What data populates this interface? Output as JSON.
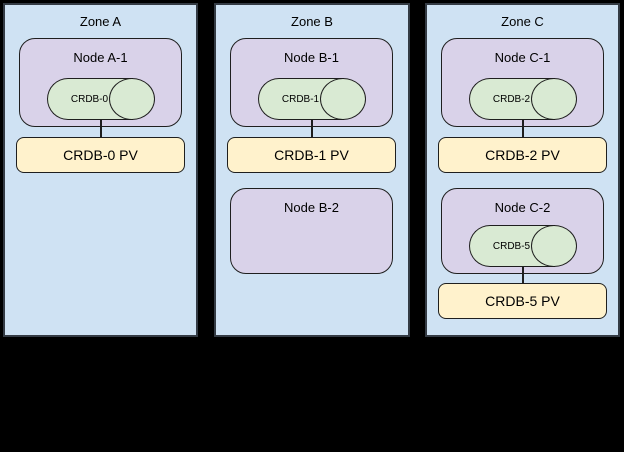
{
  "colors": {
    "background": "#000000",
    "zone_fill": "#cfe2f3",
    "zone_border": "#343b44",
    "node_fill": "#d9d2e9",
    "cylinder_fill": "#d9ead3",
    "pv_fill": "#fff2cc",
    "shape_border": "#1f1f1f",
    "text": "#000000"
  },
  "zones": [
    {
      "label": "Zone A",
      "nodes": [
        {
          "label": "Node A-1",
          "cylinder": "CRDB-0",
          "pv": "CRDB-0 PV"
        }
      ]
    },
    {
      "label": "Zone B",
      "nodes": [
        {
          "label": "Node B-1",
          "cylinder": "CRDB-1",
          "pv": "CRDB-1 PV"
        },
        {
          "label": "Node B-2"
        }
      ]
    },
    {
      "label": "Zone C",
      "nodes": [
        {
          "label": "Node C-1",
          "cylinder": "CRDB-2",
          "pv": "CRDB-2 PV"
        },
        {
          "label": "Node C-2",
          "cylinder": "CRDB-5",
          "pv": "CRDB-5 PV"
        }
      ]
    }
  ]
}
